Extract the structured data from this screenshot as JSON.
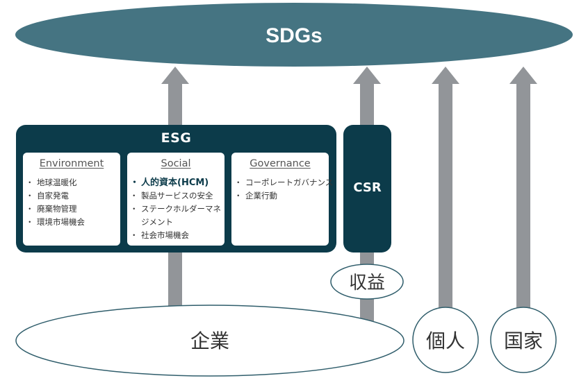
{
  "goal": {
    "label": "SDGs"
  },
  "esg": {
    "title": "ESG",
    "pillars": [
      {
        "title": "Environment",
        "items": [
          "地球温暖化",
          "自家発電",
          "廃棄物管理",
          "環境市場機会"
        ]
      },
      {
        "title": "Social",
        "items": [
          "人的資本(HCM)",
          "製品サービスの安全",
          "ステークホルダーマネジメント",
          "社会市場機会"
        ]
      },
      {
        "title": "Governance",
        "items": [
          "コーポレートガバナンス",
          "企業行動"
        ]
      }
    ]
  },
  "csr": {
    "label": "CSR"
  },
  "revenue": {
    "label": "収益"
  },
  "actors": {
    "company": "企業",
    "individual": "個人",
    "nation": "国家"
  },
  "colors": {
    "dark_teal": "#0c3b4a",
    "sdgs_teal": "#457482",
    "arrow_gray": "#929599",
    "outline_teal": "#2f5d6b"
  }
}
